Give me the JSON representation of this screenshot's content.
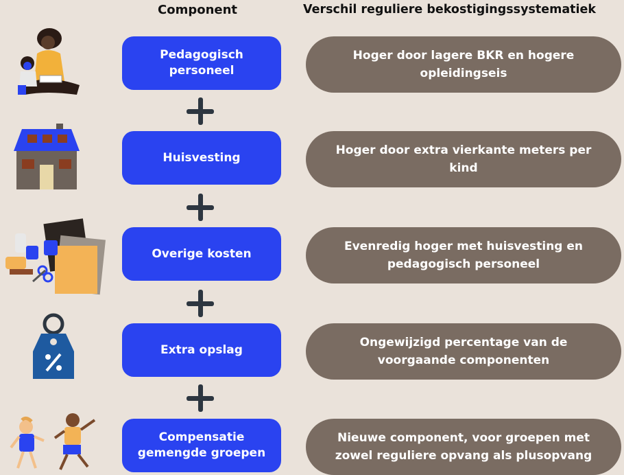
{
  "headers": {
    "component": "Component",
    "difference": "Verschil reguliere bekostigingssystematiek"
  },
  "rows": [
    {
      "component": "Pedagogisch personeel",
      "difference": "Hoger door lagere BKR en hogere opleidingseis",
      "icon": "teacher-with-child-icon"
    },
    {
      "component": "Huisvesting",
      "difference": "Hoger door extra vierkante meters per kind",
      "icon": "house-icon"
    },
    {
      "component": "Overige kosten",
      "difference": "Evenredig hoger met huisvesting en pedagogisch personeel",
      "icon": "office-supplies-icon"
    },
    {
      "component": "Extra opslag",
      "difference": "Ongewijzigd percentage van de voorgaande componenten",
      "icon": "percent-tag-icon"
    },
    {
      "component": "Compensatie gemengde groepen",
      "difference": "Nieuwe component, voor groepen met zowel reguliere opvang als plusopvang",
      "icon": "playing-children-icon"
    }
  ],
  "colors": {
    "background": "#eae2da",
    "component_box": "#2a43f0",
    "difference_box": "#7a6c62",
    "plus_sign": "#2d3640"
  }
}
